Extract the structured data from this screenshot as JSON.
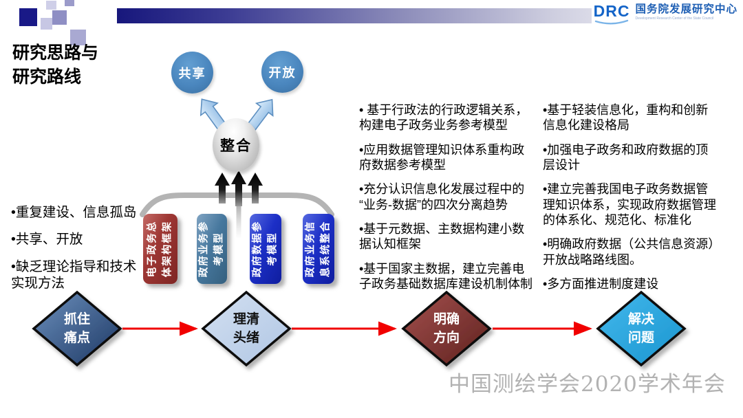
{
  "slide": {
    "banner": {
      "logo": {
        "abbr": "DRC",
        "name_cn": "国务院发展研究中心",
        "name_en": "Development Research Center of the State Council",
        "brand_color": "#1464c8"
      }
    },
    "title": "研究思路与\n研究路线",
    "diagram": {
      "share_label": "共享",
      "open_label": "开放",
      "integrate_label": "整合",
      "bubble_color": "#4a86be",
      "bars": [
        {
          "label": "电子政务总\n体架构框架",
          "color": "#9e3734"
        },
        {
          "label": "政府业务参\n考模型",
          "color": "#47789e"
        },
        {
          "label": "政府数据参\n考模型",
          "color": "#1c2fc6"
        },
        {
          "label": "政府业务信\n息系统整合",
          "color": "#1c2fc6"
        }
      ]
    },
    "left_bullets": [
      "•重复建设、信息孤岛",
      "•共享、开放",
      "•缺乏理论指导和技术\n实现方法"
    ],
    "middle_bullets": [
      "• 基于行政法的行政逻辑关系，\n构建电子政务业务参考模型",
      "•应用数据管理知识体系重构政\n府数据参考模型",
      "•充分认识信息化发展过程中的\n“业务-数据”的四次分离趋势",
      "•基于元数据、主数据构建小数\n据认知框架",
      "•基于国家主数据，建立完善电\n子政务基础数据库建设机制体制"
    ],
    "right_bullets": [
      "•基于轻装信息化，重构和创新\n信息化建设格局",
      "•加强电子政务和政府数据的顶\n层设计",
      "•建立完善我国电子政务数据管\n理知识体系，实现政府数据管理\n的体系化、规范化、标准化",
      "•明确政府数据（公共信息资源）\n开放战略路线图。",
      "•多方面推进制度建设"
    ],
    "flow": {
      "arrow_color": "#f10000",
      "steps": [
        {
          "label": "抓住\n痛点",
          "color": "#1c3763"
        },
        {
          "label": "理清\n头绪",
          "color": "#c3d4ec"
        },
        {
          "label": "明确\n方向",
          "color": "#8c3331"
        },
        {
          "label": "解决\n问题",
          "color": "#29abe2"
        }
      ]
    },
    "watermark": "中国测绘学会2020学术年会"
  }
}
